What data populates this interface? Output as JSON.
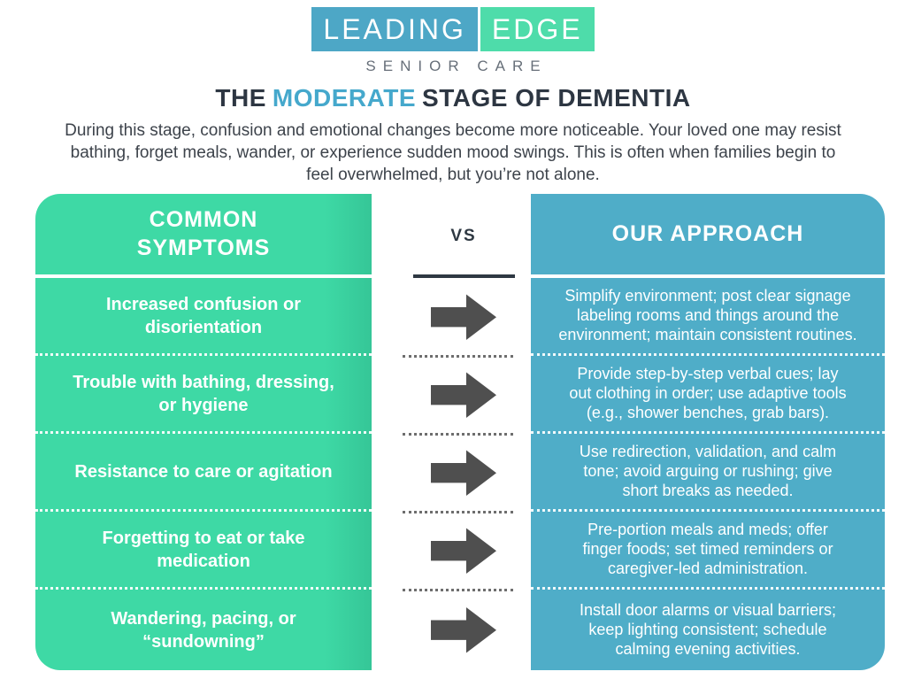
{
  "logo": {
    "primary": "LEADING",
    "secondary": "EDGE",
    "subtitle": "SENIOR CARE"
  },
  "title": {
    "prefix": "THE",
    "highlight": "MODERATE",
    "suffix": "STAGE OF DEMENTIA"
  },
  "intro": "During this stage, confusion and emotional changes become more noticeable. Your loved one may resist\nbathing, forget meals, wander, or experience sudden mood swings. This is often when families begin to\nfeel overwhelmed, but you’re not alone.",
  "table": {
    "left_header": "COMMON\nSYMPTOMS",
    "vs_label": "VS",
    "right_header": "OUR APPROACH",
    "rows": [
      {
        "symptom": "Increased confusion or\ndisorientation",
        "approach": "Simplify environment; post clear signage\nlabeling rooms and things around the\nenvironment; maintain consistent routines."
      },
      {
        "symptom": "Trouble with bathing, dressing,\nor hygiene",
        "approach": "Provide step-by-step verbal cues; lay\nout clothing in order; use adaptive tools\n(e.g., shower benches, grab bars)."
      },
      {
        "symptom": "Resistance to care or agitation",
        "approach": "Use redirection, validation, and calm\ntone; avoid arguing or rushing; give\nshort breaks as needed."
      },
      {
        "symptom": "Forgetting to eat or take\nmedication",
        "approach": "Pre-portion meals and meds; offer\nfinger foods; set timed reminders or\ncaregiver-led administration."
      },
      {
        "symptom": "Wandering, pacing, or\n“sundowning”",
        "approach": "Install door alarms or visual barriers;\nkeep lighting consistent; schedule\ncalming evening activities."
      }
    ]
  },
  "colors": {
    "symptom_green": "#3ed9a5",
    "approach_blue": "#4fadc8",
    "logo_blue": "#4da7c6",
    "logo_green": "#4edcaa",
    "title_navy": "#2d3642",
    "title_accent": "#45a8cc",
    "arrow_gray": "#4f4f4f"
  }
}
